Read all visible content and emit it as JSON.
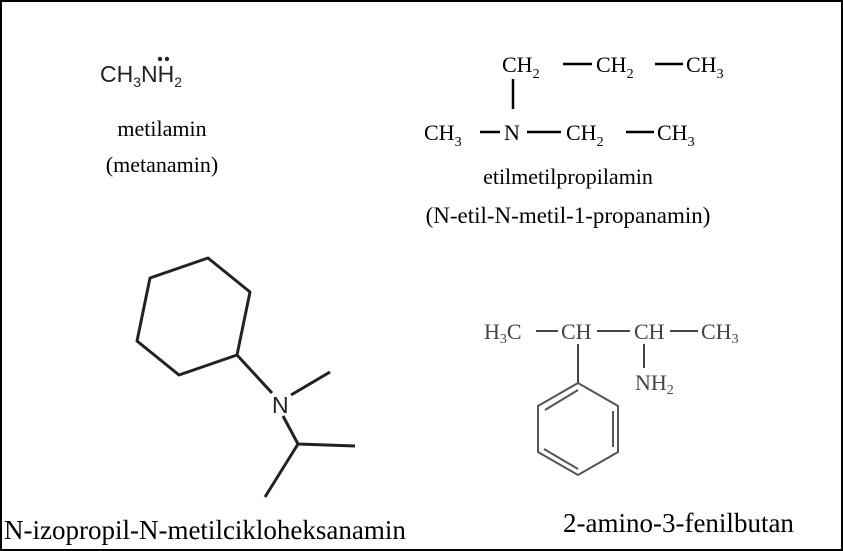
{
  "molecules": {
    "metilamin": {
      "formula": {
        "c": "CH",
        "s1": "3",
        "n": "N",
        "h": "H",
        "s2": "2"
      },
      "name": "metilamin",
      "alt_name": "(metanamin)"
    },
    "etilmetilpropilamin": {
      "atoms": {
        "ch2_a": {
          "base": "CH",
          "sub": "2"
        },
        "ch2_b": {
          "base": "CH",
          "sub": "2"
        },
        "ch3_a": {
          "base": "CH",
          "sub": "3"
        },
        "ch3_b": {
          "base": "CH",
          "sub": "3"
        },
        "n": "N",
        "ch2_c": {
          "base": "CH",
          "sub": "2"
        },
        "ch3_c": {
          "base": "CH",
          "sub": "3"
        }
      },
      "name": "etilmetilpropilamin",
      "alt_name": "(N-etil-N-metil-1-propanamin)"
    },
    "cikloheksanamin": {
      "n_label": "N",
      "name": "N-izopropil-N-metilcikloheksanamin"
    },
    "fenilbutan": {
      "atoms": {
        "h3c": {
          "h": "H",
          "sub": "3",
          "c": "C"
        },
        "ch_a": "CH",
        "ch_b": "CH",
        "ch3": {
          "base": "CH",
          "sub": "3"
        },
        "nh2": {
          "base": "NH",
          "sub": "2"
        }
      },
      "name": "2-amino-3-fenilbutan"
    }
  }
}
